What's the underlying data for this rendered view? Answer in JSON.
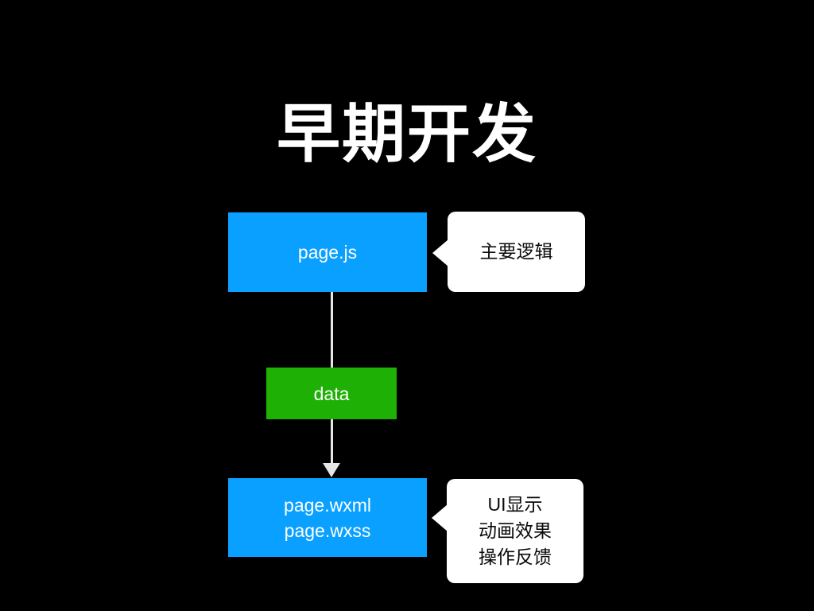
{
  "slide": {
    "title": "早期开发"
  },
  "colors": {
    "background": "#000000",
    "title_text": "#FFFFFF",
    "blue": "#0AA0FF",
    "green": "#1FB006",
    "node_text": "#FFFFFF",
    "callout_bg": "#FFFFFF",
    "callout_text": "#0A0A0A",
    "connector": "#E6E6E6"
  },
  "nodes": {
    "page_js": {
      "label": "page.js"
    },
    "data": {
      "label": "data"
    },
    "page_view": {
      "line1": "page.wxml",
      "line2": "page.wxss"
    }
  },
  "callouts": {
    "logic": {
      "line1": "主要逻辑"
    },
    "ui": {
      "line1": "UI显示",
      "line2": "动画效果",
      "line3": "操作反馈"
    }
  }
}
